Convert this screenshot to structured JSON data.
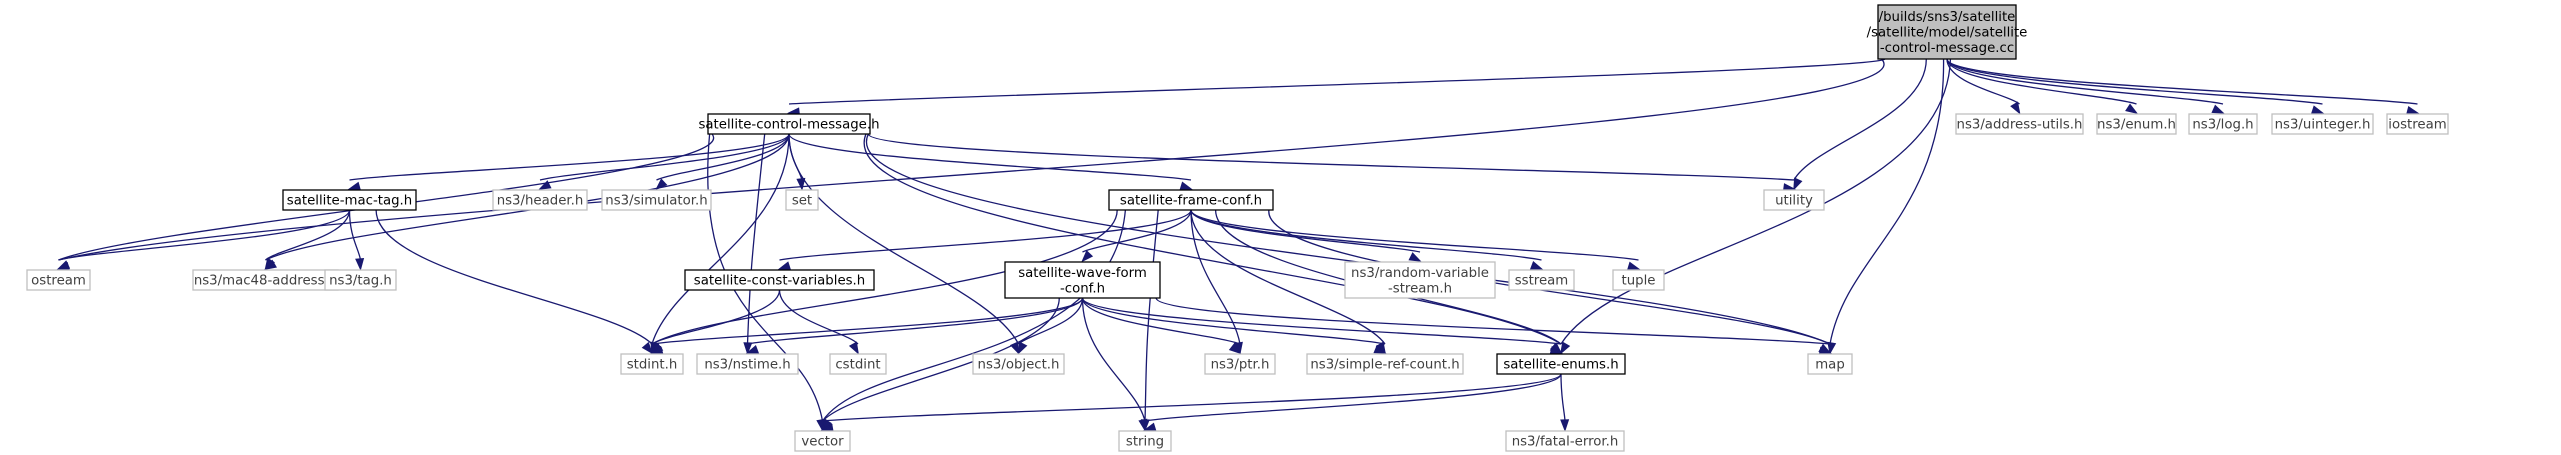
{
  "diagram": {
    "type": "include-dependency-graph",
    "colors": {
      "edge": "#191970",
      "root_fill": "#bfbfbf",
      "system_border": "#bfbfbf",
      "local_border": "#000000"
    },
    "nodes": [
      {
        "id": "root",
        "kind": "root",
        "lines": [
          "/builds/sns3/satellite",
          "/satellite/model/satellite",
          "-control-message.cc"
        ]
      },
      {
        "id": "scm",
        "kind": "local",
        "lines": [
          "satellite-control-message.h"
        ]
      },
      {
        "id": "addr",
        "kind": "system",
        "lines": [
          "ns3/address-utils.h"
        ]
      },
      {
        "id": "enum",
        "kind": "system",
        "lines": [
          "ns3/enum.h"
        ]
      },
      {
        "id": "log",
        "kind": "system",
        "lines": [
          "ns3/log.h"
        ]
      },
      {
        "id": "uint",
        "kind": "system",
        "lines": [
          "ns3/uinteger.h"
        ]
      },
      {
        "id": "iostream",
        "kind": "system",
        "lines": [
          "iostream"
        ]
      },
      {
        "id": "mactag",
        "kind": "local",
        "lines": [
          "satellite-mac-tag.h"
        ]
      },
      {
        "id": "header",
        "kind": "system",
        "lines": [
          "ns3/header.h"
        ]
      },
      {
        "id": "simulator",
        "kind": "system",
        "lines": [
          "ns3/simulator.h"
        ]
      },
      {
        "id": "set",
        "kind": "system",
        "lines": [
          "set"
        ]
      },
      {
        "id": "frameconf",
        "kind": "local",
        "lines": [
          "satellite-frame-conf.h"
        ]
      },
      {
        "id": "utility",
        "kind": "system",
        "lines": [
          "utility"
        ]
      },
      {
        "id": "ostream",
        "kind": "system",
        "lines": [
          "ostream"
        ]
      },
      {
        "id": "mac48",
        "kind": "system",
        "lines": [
          "ns3/mac48-address.h"
        ]
      },
      {
        "id": "tag",
        "kind": "system",
        "lines": [
          "ns3/tag.h"
        ]
      },
      {
        "id": "constvars",
        "kind": "local",
        "lines": [
          "satellite-const-variables.h"
        ]
      },
      {
        "id": "waveform",
        "kind": "local",
        "lines": [
          "satellite-wave-form",
          "-conf.h"
        ]
      },
      {
        "id": "randvar",
        "kind": "system",
        "lines": [
          "ns3/random-variable",
          "-stream.h"
        ]
      },
      {
        "id": "sstream",
        "kind": "system",
        "lines": [
          "sstream"
        ]
      },
      {
        "id": "tuple",
        "kind": "system",
        "lines": [
          "tuple"
        ]
      },
      {
        "id": "stdint",
        "kind": "system",
        "lines": [
          "stdint.h"
        ]
      },
      {
        "id": "nstime",
        "kind": "system",
        "lines": [
          "ns3/nstime.h"
        ]
      },
      {
        "id": "cstdint",
        "kind": "system",
        "lines": [
          "cstdint"
        ]
      },
      {
        "id": "object",
        "kind": "system",
        "lines": [
          "ns3/object.h"
        ]
      },
      {
        "id": "ptr",
        "kind": "system",
        "lines": [
          "ns3/ptr.h"
        ]
      },
      {
        "id": "simpleref",
        "kind": "system",
        "lines": [
          "ns3/simple-ref-count.h"
        ]
      },
      {
        "id": "enums",
        "kind": "local",
        "lines": [
          "satellite-enums.h"
        ]
      },
      {
        "id": "map",
        "kind": "system",
        "lines": [
          "map"
        ]
      },
      {
        "id": "vector",
        "kind": "system",
        "lines": [
          "vector"
        ]
      },
      {
        "id": "string",
        "kind": "system",
        "lines": [
          "string"
        ]
      },
      {
        "id": "fatal",
        "kind": "system",
        "lines": [
          "ns3/fatal-error.h"
        ]
      }
    ],
    "edges": [
      [
        "root",
        "scm"
      ],
      [
        "root",
        "addr"
      ],
      [
        "root",
        "enum"
      ],
      [
        "root",
        "log"
      ],
      [
        "root",
        "uint"
      ],
      [
        "root",
        "iostream"
      ],
      [
        "root",
        "ostream"
      ],
      [
        "root",
        "utility"
      ],
      [
        "root",
        "map"
      ],
      [
        "root",
        "enums"
      ],
      [
        "scm",
        "mactag"
      ],
      [
        "scm",
        "header"
      ],
      [
        "scm",
        "simulator"
      ],
      [
        "scm",
        "set"
      ],
      [
        "scm",
        "frameconf"
      ],
      [
        "scm",
        "utility"
      ],
      [
        "scm",
        "ostream"
      ],
      [
        "scm",
        "mac48"
      ],
      [
        "scm",
        "vector"
      ],
      [
        "scm",
        "stdint"
      ],
      [
        "scm",
        "nstime"
      ],
      [
        "scm",
        "object"
      ],
      [
        "scm",
        "map"
      ],
      [
        "scm",
        "enums"
      ],
      [
        "mactag",
        "ostream"
      ],
      [
        "mactag",
        "mac48"
      ],
      [
        "mactag",
        "tag"
      ],
      [
        "mactag",
        "stdint"
      ],
      [
        "frameconf",
        "constvars"
      ],
      [
        "frameconf",
        "waveform"
      ],
      [
        "frameconf",
        "randvar"
      ],
      [
        "frameconf",
        "sstream"
      ],
      [
        "frameconf",
        "tuple"
      ],
      [
        "frameconf",
        "stdint"
      ],
      [
        "frameconf",
        "vector"
      ],
      [
        "frameconf",
        "string"
      ],
      [
        "frameconf",
        "ptr"
      ],
      [
        "frameconf",
        "simpleref"
      ],
      [
        "frameconf",
        "enums"
      ],
      [
        "frameconf",
        "map"
      ],
      [
        "constvars",
        "stdint"
      ],
      [
        "constvars",
        "cstdint"
      ],
      [
        "waveform",
        "stdint"
      ],
      [
        "waveform",
        "nstime"
      ],
      [
        "waveform",
        "object"
      ],
      [
        "waveform",
        "ptr"
      ],
      [
        "waveform",
        "simpleref"
      ],
      [
        "waveform",
        "enums"
      ],
      [
        "waveform",
        "map"
      ],
      [
        "waveform",
        "vector"
      ],
      [
        "waveform",
        "string"
      ],
      [
        "enums",
        "vector"
      ],
      [
        "enums",
        "string"
      ],
      [
        "enums",
        "fatal"
      ]
    ]
  }
}
